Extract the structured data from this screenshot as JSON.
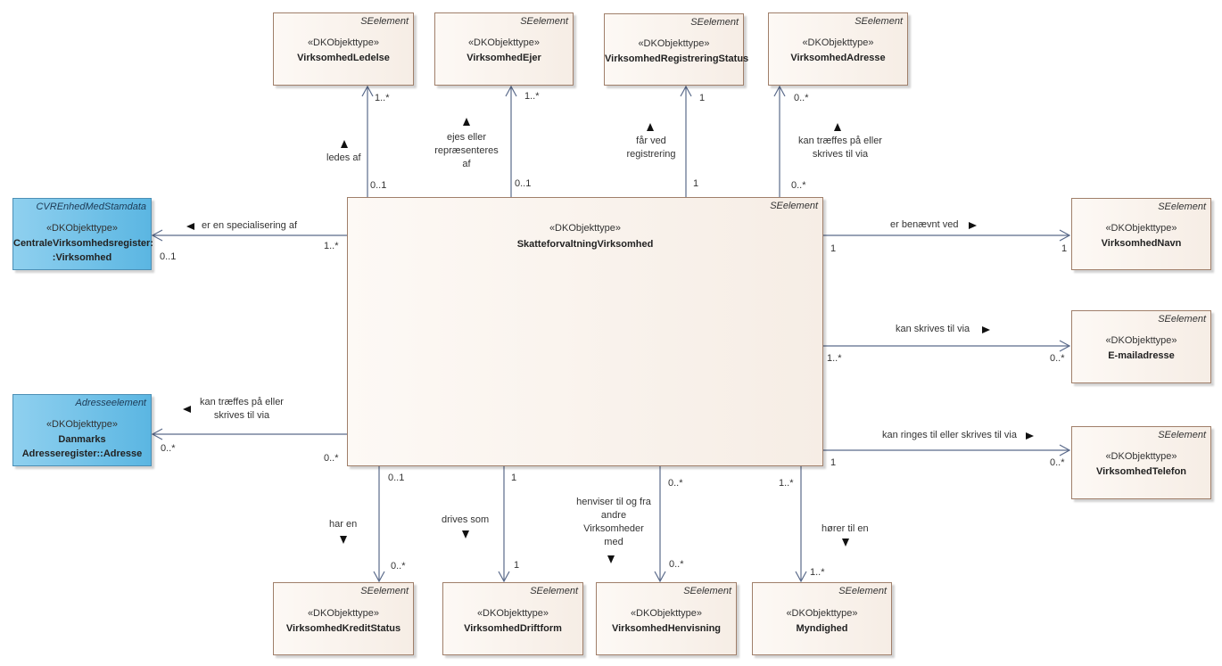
{
  "colors": {
    "element_fill": "#f6ede5",
    "element_border": "#a07f6a",
    "external_fill": "#5bb6e2",
    "line": "#5a6a8a"
  },
  "center": {
    "tag": "SEelement",
    "stereotype": "«DKObjekttype»",
    "name": "SkatteforvaltningVirksomhed"
  },
  "top": [
    {
      "tag": "SEelement",
      "stereotype": "«DKObjekttype»",
      "name": "VirksomhedLedelse",
      "label": [
        "ledes af"
      ],
      "mult_far": "1..*",
      "mult_near": "0..1"
    },
    {
      "tag": "SEelement",
      "stereotype": "«DKObjekttype»",
      "name": "VirksomhedEjer",
      "label": [
        "ejes eller",
        "repræsenteres",
        "af"
      ],
      "mult_far": "1..*",
      "mult_near": "0..1"
    },
    {
      "tag": "SEelement",
      "stereotype": "«DKObjekttype»",
      "name": "VirksomhedRegistreringStatus",
      "label": [
        "får ved",
        "registrering"
      ],
      "mult_far": "1",
      "mult_near": "1"
    },
    {
      "tag": "SEelement",
      "stereotype": "«DKObjekttype»",
      "name": "VirksomhedAdresse",
      "label": [
        "kan træffes på eller",
        "skrives til via"
      ],
      "mult_far": "0..*",
      "mult_near": "0..*"
    }
  ],
  "left": [
    {
      "tag": "CVREnhedMedStamdata",
      "stereotype": "«DKObjekttype»",
      "name": [
        "CentraleVirksomhedsregister:",
        ":Virksomhed"
      ],
      "label": [
        "er en specialisering af"
      ],
      "mult_far": "0..1",
      "mult_near": "1..*"
    },
    {
      "tag": "Adresseelement",
      "stereotype": "«DKObjekttype»",
      "name": [
        "Danmarks",
        "Adresseregister::Adresse"
      ],
      "label": [
        "kan træffes på eller",
        "skrives til via"
      ],
      "mult_far": "0..*",
      "mult_near": "0..*"
    }
  ],
  "right": [
    {
      "tag": "SEelement",
      "stereotype": "«DKObjekttype»",
      "name": "VirksomhedNavn",
      "label": "er benævnt ved",
      "mult_near": "1",
      "mult_far": "1"
    },
    {
      "tag": "SEelement",
      "stereotype": "«DKObjekttype»",
      "name": "E-mailadresse",
      "label": "kan skrives til via",
      "mult_near": "1..*",
      "mult_far": "0..*"
    },
    {
      "tag": "SEelement",
      "stereotype": "«DKObjekttype»",
      "name": "VirksomhedTelefon",
      "label": "kan ringes til eller skrives til via",
      "mult_near": "1",
      "mult_far": "0..*"
    }
  ],
  "bottom": [
    {
      "tag": "SEelement",
      "stereotype": "«DKObjekttype»",
      "name": "VirksomhedKreditStatus",
      "label": [
        "har en"
      ],
      "mult_near": "0..1",
      "mult_far": "0..*"
    },
    {
      "tag": "SEelement",
      "stereotype": "«DKObjekttype»",
      "name": "VirksomhedDriftform",
      "label": [
        "drives som"
      ],
      "mult_near": "1",
      "mult_far": "1"
    },
    {
      "tag": "SEelement",
      "stereotype": "«DKObjekttype»",
      "name": "VirksomhedHenvisning",
      "label": [
        "henviser til og fra",
        "andre",
        "Virksomheder",
        "med"
      ],
      "mult_near": "0..*",
      "mult_far": "0..*"
    },
    {
      "tag": "SEelement",
      "stereotype": "«DKObjekttype»",
      "name": "Myndighed",
      "label": [
        "hører til en"
      ],
      "mult_near": "1..*",
      "mult_far": "1..*"
    }
  ]
}
